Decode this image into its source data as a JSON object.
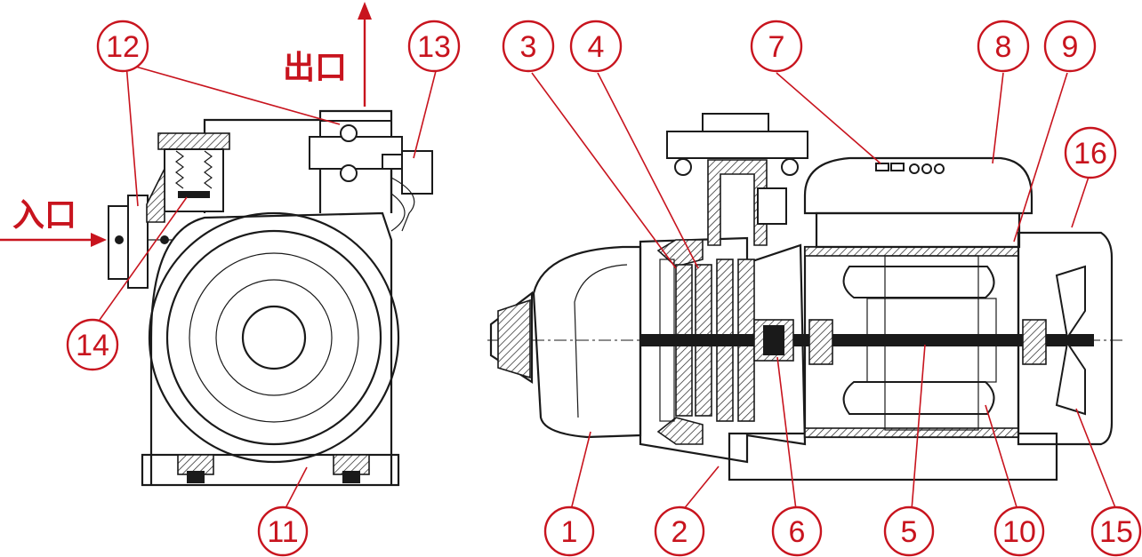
{
  "ports": {
    "outlet_label": "出口",
    "inlet_label": "入口"
  },
  "callouts": [
    "1",
    "2",
    "3",
    "4",
    "5",
    "6",
    "7",
    "8",
    "9",
    "10",
    "11",
    "12",
    "13",
    "14",
    "15",
    "16"
  ],
  "colors": {
    "callout": "#c8141e",
    "drawing": "#1a1a1a",
    "background": "#ffffff"
  }
}
